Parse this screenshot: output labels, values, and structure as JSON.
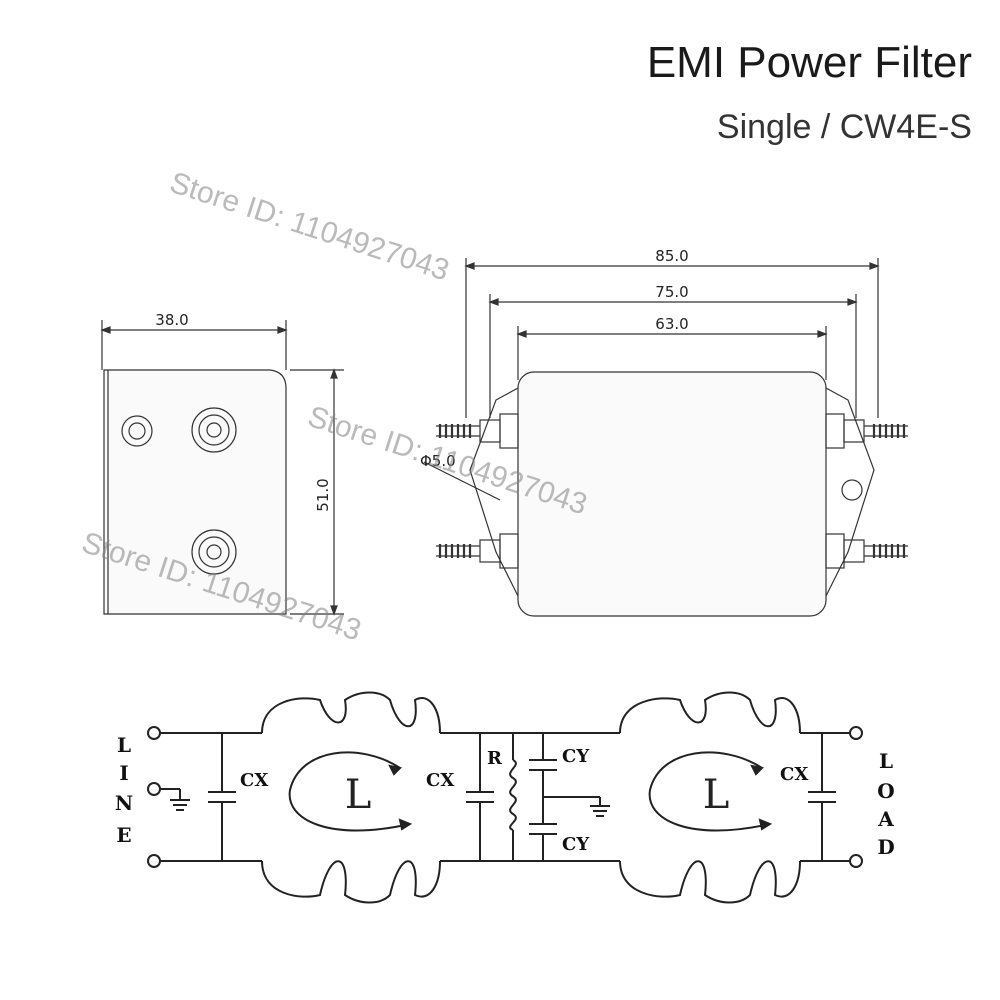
{
  "header": {
    "title": "EMI Power Filter",
    "subtitle": "Single / CW4E-S"
  },
  "watermark": "Store ID: 1104927043",
  "dimensions": {
    "width_side": "38.0",
    "height_side": "51.0",
    "overall": "85.0",
    "mount": "75.0",
    "body": "63.0",
    "hole": "Φ5.0"
  },
  "schematic": {
    "line": [
      "L",
      "I",
      "N",
      "E"
    ],
    "load": [
      "L",
      "O",
      "A",
      "D"
    ],
    "cx": "CX",
    "cy": "CY",
    "r": "R",
    "inductor": "L"
  },
  "colors": {
    "line": "#222222",
    "watermark": "#888888"
  }
}
